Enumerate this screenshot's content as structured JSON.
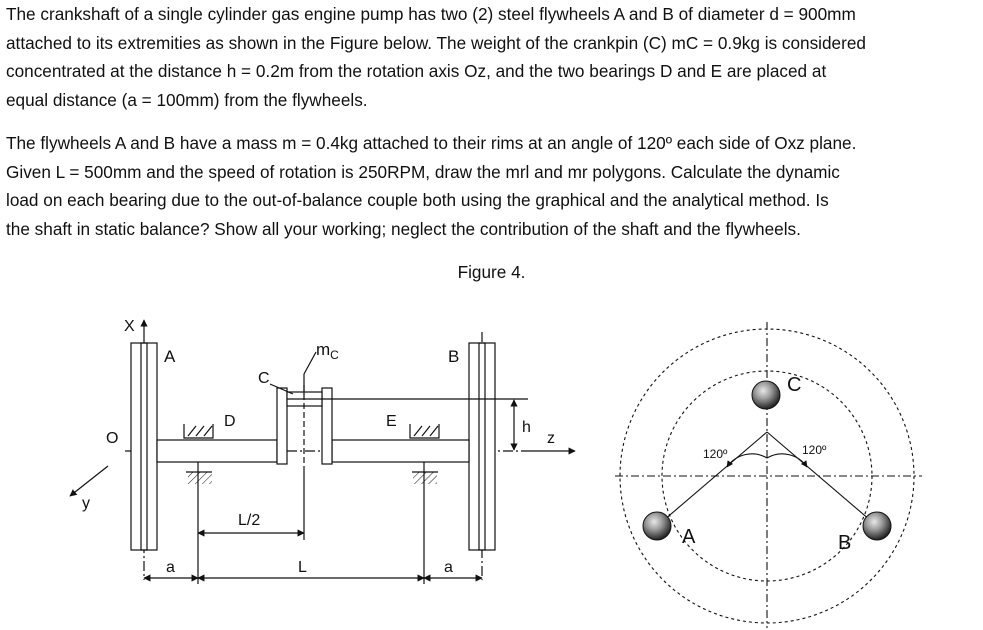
{
  "problem": {
    "paragraph1": [
      "The crankshaft of a single cylinder gas engine pump has two (2) steel flywheels A and B of diameter d = 900mm",
      "attached to its extremities as shown in the Figure below. The weight of the crankpin (C) mC = 0.9kg is considered",
      "concentrated at the distance h = 0.2m from the rotation axis Oz, and the two bearings D and E are placed at",
      "equal distance (a = 100mm) from the flywheels."
    ],
    "paragraph2": [
      "The flywheels A and B have a mass m = 0.4kg attached to their rims at an angle of 120º each side of Oxz plane.",
      "Given L = 500mm and the speed of rotation is 250RPM, draw the mrl and mr polygons. Calculate the dynamic",
      "load on each bearing due to the out-of-balance couple both using the graphical and the analytical method. Is",
      "the shaft in static balance? Show all your working; neglect the contribution of the shaft and the flywheels."
    ]
  },
  "figure": {
    "title": "Figure 4.",
    "side_view": {
      "axis_x": "X",
      "axis_y": "y",
      "axis_z": "z",
      "origin": "O",
      "flywheel_a": "A",
      "flywheel_b": "B",
      "crankpin": "C",
      "crankpin_mass": "m",
      "crankpin_mass_sub": "C",
      "bearing_d": "D",
      "bearing_e": "E",
      "dim_h": "h",
      "dim_half_l": "L/2",
      "dim_l": "L",
      "dim_a_left": "a",
      "dim_a_right": "a"
    },
    "end_view": {
      "mass_c": "C",
      "mass_a": "A",
      "mass_b": "B",
      "angle_left": "120º",
      "angle_right": "120º"
    }
  }
}
